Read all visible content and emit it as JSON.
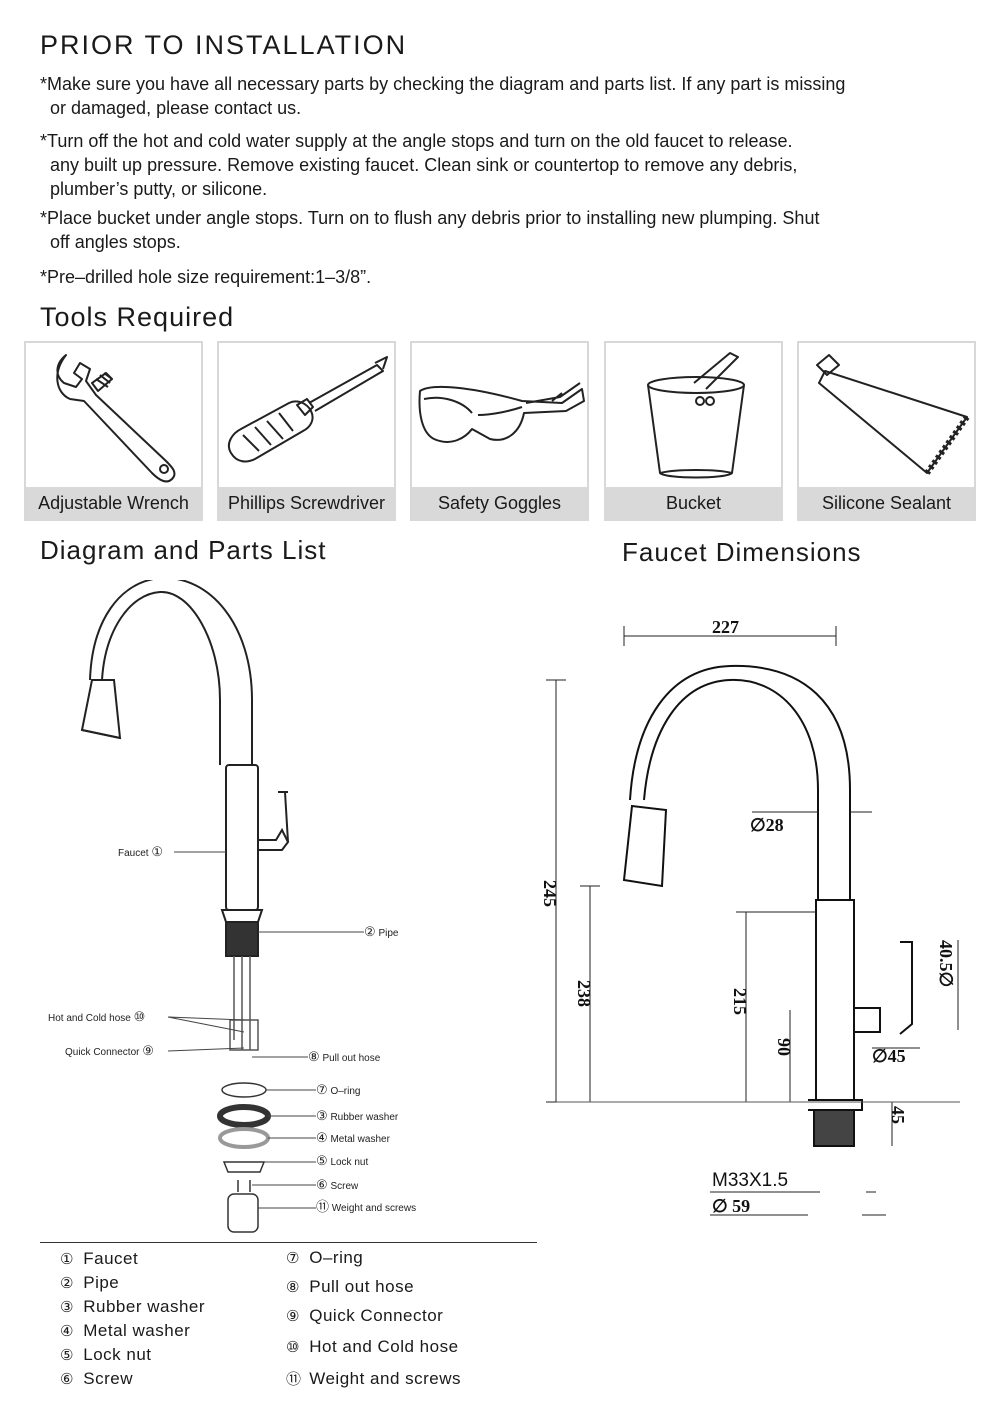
{
  "prior": {
    "title": "PRIOR TO INSTALLATION",
    "notes": [
      {
        "line1": "*Make sure you have all necessary parts by checking the diagram and parts list. If any part is missing",
        "line2": "or damaged, please contact us.",
        "line3": ""
      },
      {
        "line1": "*Turn off the hot and cold water supply at the angle stops and turn on the old faucet to release.",
        "line2": "any built up pressure. Remove existing faucet. Clean sink or countertop to remove any debris,",
        "line3": "plumber’s putty, or silicone."
      },
      {
        "line1": "*Place bucket under angle stops. Turn on to flush any debris prior to installing new plumping. Shut",
        "line2": "off angles stops.",
        "line3": ""
      },
      {
        "line1": "*Pre–drilled hole size requirement:1–3/8”.",
        "line2": "",
        "line3": ""
      }
    ]
  },
  "tools": {
    "title": "Tools Required",
    "items": [
      {
        "label": "Adjustable Wrench",
        "icon": "wrench-icon"
      },
      {
        "label": "Phillips Screwdriver",
        "icon": "screwdriver-icon"
      },
      {
        "label": "Safety Goggles",
        "icon": "goggles-icon"
      },
      {
        "label": "Bucket",
        "icon": "bucket-icon"
      },
      {
        "label": "Silicone Sealant",
        "icon": "sealant-tube-icon"
      }
    ]
  },
  "diagram": {
    "title": "Diagram and Parts List",
    "callouts": {
      "faucet": "Faucet",
      "pipe": "Pipe",
      "hot_cold_hose": "Hot and Cold hose",
      "quick_connector": "Quick Connector",
      "pull_out_hose": "Pull out hose",
      "oring": "O–ring",
      "rubber_washer": "Rubber washer",
      "metal_washer": "Metal washer",
      "lock_nut": "Lock nut",
      "screw": "Screw",
      "weight": "Weight and screws"
    },
    "numbers": {
      "n1": "①",
      "n2": "②",
      "n3": "③",
      "n4": "④",
      "n5": "⑤",
      "n6": "⑥",
      "n7": "⑦",
      "n8": "⑧",
      "n9": "⑨",
      "n10": "⑩",
      "n11": "⑪"
    }
  },
  "dimensions": {
    "title": "Faucet Dimensions",
    "width": "227",
    "height_total": "245",
    "spout_height": "238",
    "body_height": "215",
    "handle_height": "90",
    "base_height": "45",
    "spout_dia": "∅28",
    "handle_dia": "40.5∅",
    "body_dia": "∅45",
    "thread": "M33X1.5",
    "base_dia": "∅ 59"
  },
  "parts_list": {
    "left": [
      {
        "num": "①",
        "name": "Faucet"
      },
      {
        "num": "②",
        "name": "Pipe"
      },
      {
        "num": "③",
        "name": "Rubber washer"
      },
      {
        "num": "④",
        "name": "Metal washer"
      },
      {
        "num": "⑤",
        "name": "Lock nut"
      },
      {
        "num": "⑥",
        "name": "Screw"
      }
    ],
    "right": [
      {
        "num": "⑦",
        "name": "O–ring"
      },
      {
        "num": "⑧",
        "name": "Pull out hose"
      },
      {
        "num": "⑨",
        "name": "Quick Connector"
      },
      {
        "num": "⑩",
        "name": "Hot and Cold hose"
      },
      {
        "num": "⑪",
        "name": "Weight and screws"
      }
    ]
  }
}
